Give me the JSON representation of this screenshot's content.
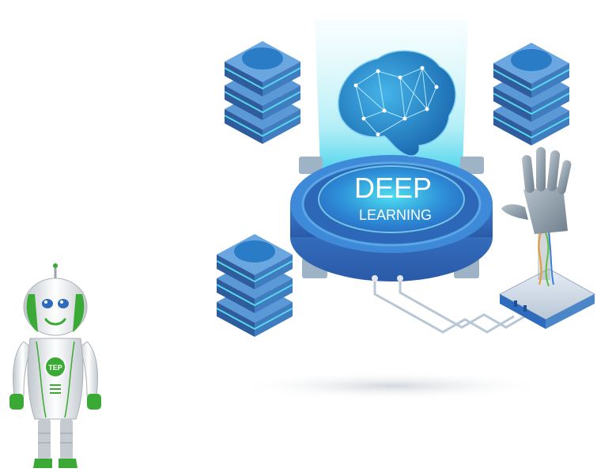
{
  "illustration": {
    "platform_label_line1": "DEEP",
    "platform_label_line2": "LEARNING",
    "mascot_badge": "TEP"
  },
  "colors": {
    "primary_blue": "#2f6bbd",
    "cyan_glow": "#3fd0e8",
    "brain_blue": "#1f7fc6",
    "server_blue": "#3c78b8",
    "robot_green": "#3aa935",
    "robot_gray": "#c9ced3"
  },
  "icons": [
    "brain-icon",
    "server-stack-icon",
    "robot-hand-icon",
    "robot-mascot-icon"
  ]
}
